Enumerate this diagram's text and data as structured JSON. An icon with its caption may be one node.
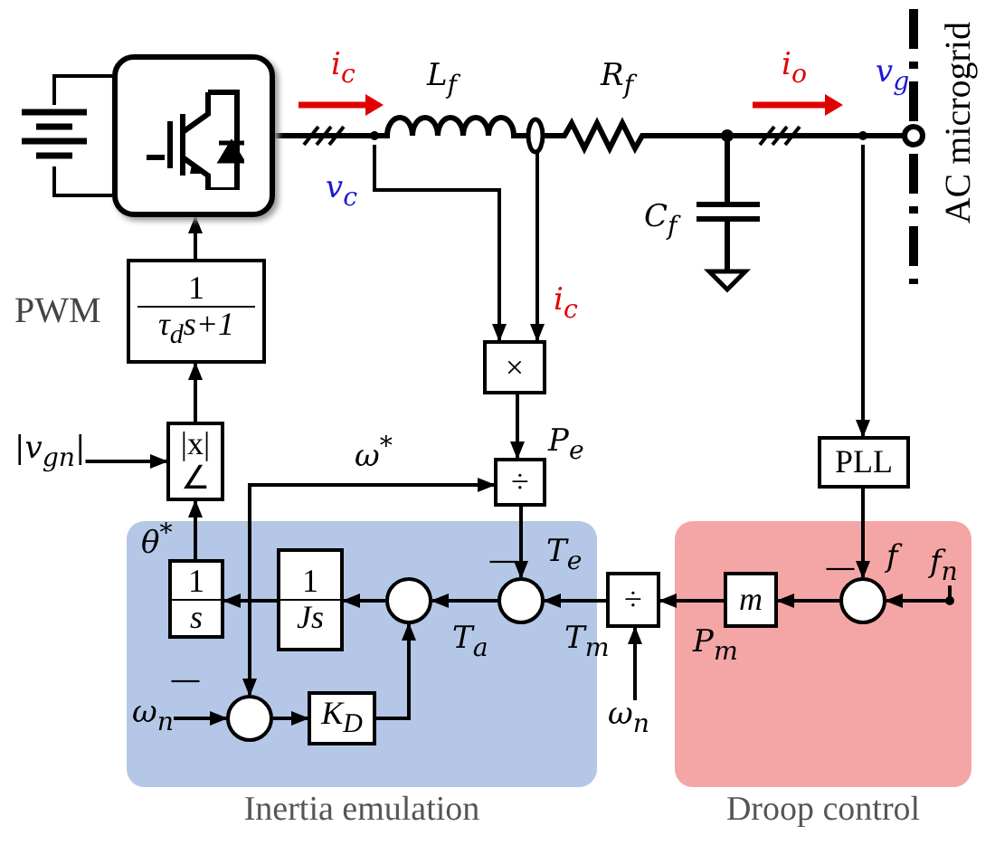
{
  "diagram": {
    "nodes": [
      {
        "text": [],
        "shape": "battery"
      },
      {
        "text": [],
        "shape": "box"
      },
      {
        "text": [
          "1",
          "τ$_{d}$s+1"
        ],
        "beside": [
          "PWM"
        ]
      },
      {
        "text": [
          "×"
        ]
      },
      {
        "text": [
          "|v$_{gn}$|"
        ]
      },
      {
        "text": [
          "|x|",
          "∠"
        ]
      },
      {
        "text": [
          "÷"
        ]
      },
      {
        "text": [
          "PLL"
        ]
      },
      {
        "text": [
          "Inertia emulation"
        ]
      },
      {
        "text": [
          "1",
          "s"
        ],
        "in": 8
      },
      {
        "text": [
          "1",
          "Js"
        ],
        "in": 8
      },
      {
        "text": [],
        "shape": "circle",
        "in": 8
      },
      {
        "text": [],
        "shape": "circle",
        "in": 8
      },
      {
        "text": [
          "ω$_{n}$"
        ],
        "in": 8
      },
      {
        "text": [],
        "shape": "circle",
        "in": 8
      },
      {
        "text": [
          "K$_{D}$"
        ],
        "in": 8
      },
      {
        "text": [
          "÷"
        ]
      },
      {
        "text": [
          "ω$_{n}$"
        ]
      },
      {
        "text": [
          "Droop control"
        ]
      },
      {
        "text": [
          "m"
        ],
        "in": 18
      },
      {
        "text": [],
        "shape": "circle",
        "in": 18
      },
      {
        "text": [
          "f$_{n}$"
        ],
        "in": 18
      }
    ],
    "edges": [
      {
        "from": 0,
        "to": 1,
        "arrow": "none"
      },
      {
        "from": 2,
        "to": 1,
        "arrow": "to"
      },
      {
        "from": 5,
        "to": 2,
        "arrow": "to"
      },
      {
        "from": 4,
        "to": 5,
        "arrow": "to"
      },
      {
        "from": null,
        "to": 3,
        "arrow": "to"
      },
      {
        "from": null,
        "to": 3,
        "arrow": "to",
        "label": "i$_{c}$"
      },
      {
        "from": 3,
        "to": 6,
        "arrow": "to",
        "label": "P$_{e}$"
      },
      {
        "from": 9,
        "to": 5,
        "arrow": "to",
        "label": "θ$^{*}$"
      },
      {
        "from": 10,
        "to": 9,
        "arrow": "to"
      },
      {
        "from": 10,
        "to": 6,
        "arrow": "to",
        "label": "ω$^{*}$"
      },
      {
        "from": 10,
        "to": 14,
        "arrow": "to"
      },
      {
        "from": 6,
        "to": 12,
        "arrow": "to",
        "label": "T$_{e}$"
      },
      {
        "from": 12,
        "to": 11,
        "arrow": "to",
        "label": "T$_{a}$"
      },
      {
        "from": 11,
        "to": 10,
        "arrow": "to"
      },
      {
        "from": 13,
        "to": 14,
        "arrow": "to"
      },
      {
        "from": 14,
        "to": 15,
        "arrow": "to"
      },
      {
        "from": 15,
        "to": 11,
        "arrow": "to"
      },
      {
        "from": 16,
        "to": 12,
        "arrow": "to",
        "label": "T$_{m}$"
      },
      {
        "from": 17,
        "to": 16,
        "arrow": "to"
      },
      {
        "from": 19,
        "to": 16,
        "arrow": "to",
        "label": "P$_{m}$"
      },
      {
        "from": 20,
        "to": 19,
        "arrow": "to"
      },
      {
        "from": 21,
        "to": 20,
        "arrow": "to"
      },
      {
        "from": 7,
        "to": 20,
        "arrow": "to",
        "label": "f"
      },
      {
        "from": null,
        "to": 7,
        "arrow": "to"
      }
    ],
    "labels": [
      "i$_{c}$",
      "L$_{f}$",
      "R$_{f}$",
      "i$_{o}$",
      "v$_{g}$",
      "AC microgrid",
      "v$_{c}$",
      "C$_{f}$",
      "—",
      "—",
      "—"
    ]
  }
}
